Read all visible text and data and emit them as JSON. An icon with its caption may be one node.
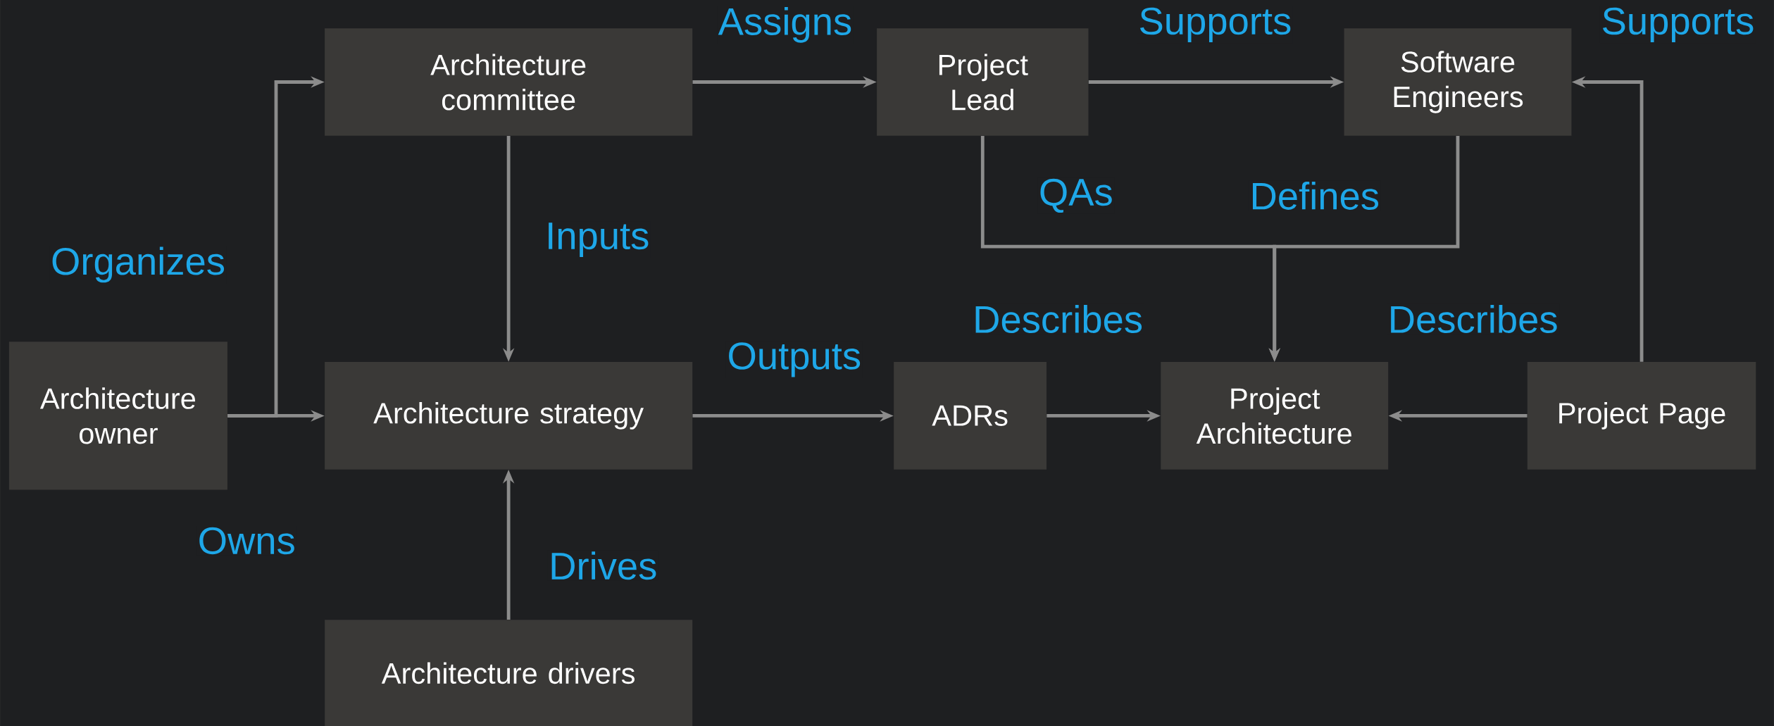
{
  "diagram": {
    "nodes": [
      {
        "text": [
          "Architecture committee"
        ]
      },
      {
        "text": [
          "Project Lead"
        ]
      },
      {
        "text": [
          "Software Engineers"
        ]
      },
      {
        "text": [
          "Architecture owner"
        ]
      },
      {
        "text": [
          "Architecture strategy"
        ]
      },
      {
        "text": [
          "ADRs"
        ]
      },
      {
        "text": [
          "Project Architecture"
        ]
      },
      {
        "text": [
          "Project Page"
        ]
      },
      {
        "text": [
          "Architecture drivers"
        ]
      }
    ],
    "edges": [
      {
        "from": 3,
        "to": 0,
        "arrow": "to",
        "label": "Organizes"
      },
      {
        "from": 3,
        "to": 4,
        "arrow": "to",
        "label": "Owns"
      },
      {
        "from": 0,
        "to": 1,
        "arrow": "to",
        "label": "Assigns"
      },
      {
        "from": 1,
        "to": 2,
        "arrow": "to",
        "label": "Supports"
      },
      {
        "from": 7,
        "to": 2,
        "arrow": "to",
        "label": "Supports"
      },
      {
        "from": 0,
        "to": 4,
        "arrow": "to",
        "label": "Inputs"
      },
      {
        "from": 8,
        "to": 4,
        "arrow": "to",
        "label": "Drives"
      },
      {
        "from": 4,
        "to": 5,
        "arrow": "to",
        "label": "Outputs"
      },
      {
        "from": 5,
        "to": 6,
        "arrow": "to",
        "label": "Describes"
      },
      {
        "from": 7,
        "to": 6,
        "arrow": "to",
        "label": "Describes"
      },
      {
        "from": 1,
        "to": 6,
        "arrow": "to",
        "label": "QAs"
      },
      {
        "from": 2,
        "to": 6,
        "arrow": "to",
        "label": "Defines"
      }
    ]
  }
}
